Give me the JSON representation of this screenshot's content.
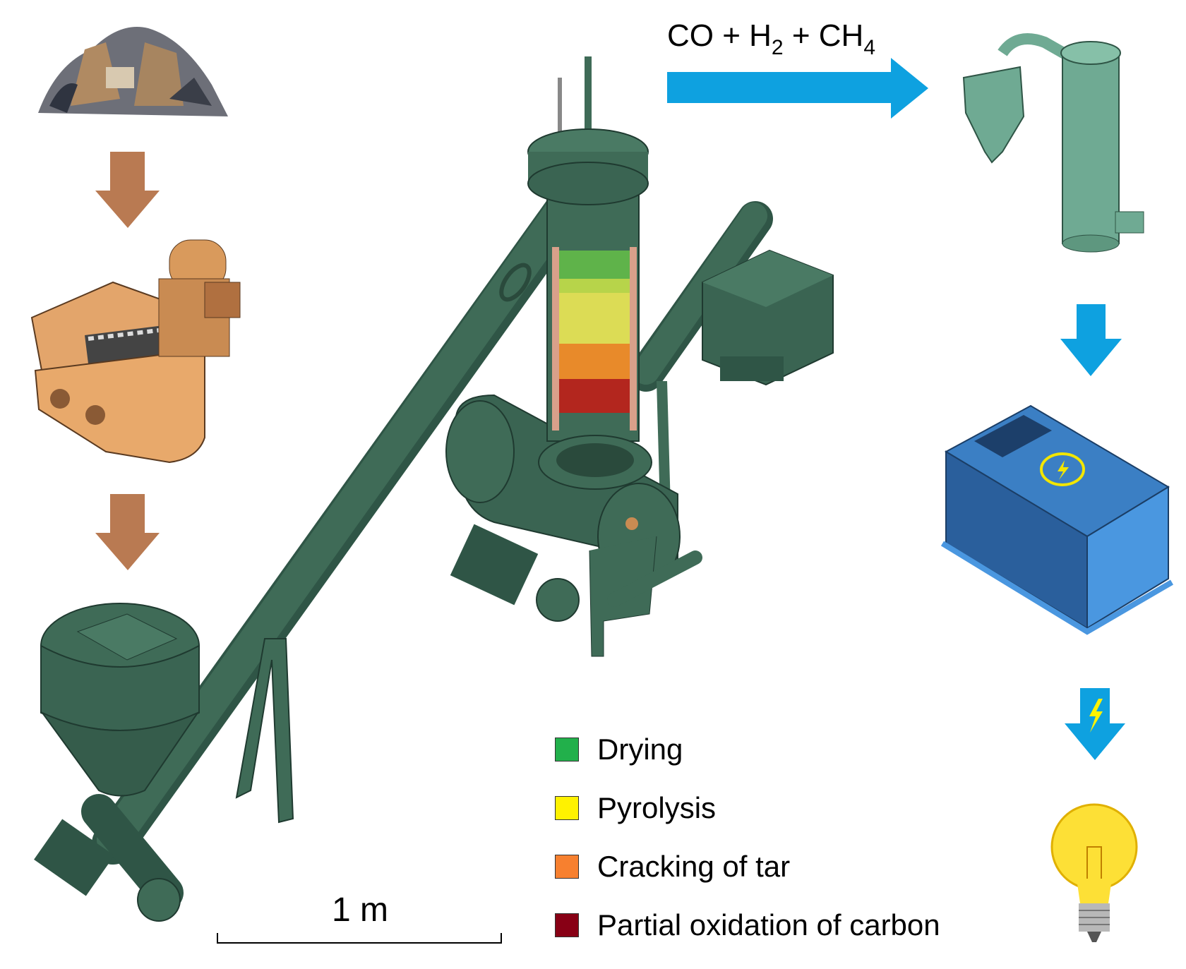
{
  "gas_output": {
    "parts": [
      "CO + H",
      "2",
      " + CH",
      "4"
    ]
  },
  "legend": [
    {
      "label": "Drying",
      "color": "#22b04b"
    },
    {
      "label": "Pyrolysis",
      "color": "#fff200"
    },
    {
      "label": "Cracking of tar",
      "color": "#f7802f"
    },
    {
      "label": "Partial oxidation of carbon",
      "color": "#880015"
    }
  ],
  "scale_bar": {
    "label": "1 m"
  },
  "colors": {
    "equipment": "#3f6b57",
    "feed_arrow": "#b97a52",
    "energy_arrow": "#0ea1e0",
    "filter": "#6faa93",
    "generator": "#2f6fb0"
  }
}
